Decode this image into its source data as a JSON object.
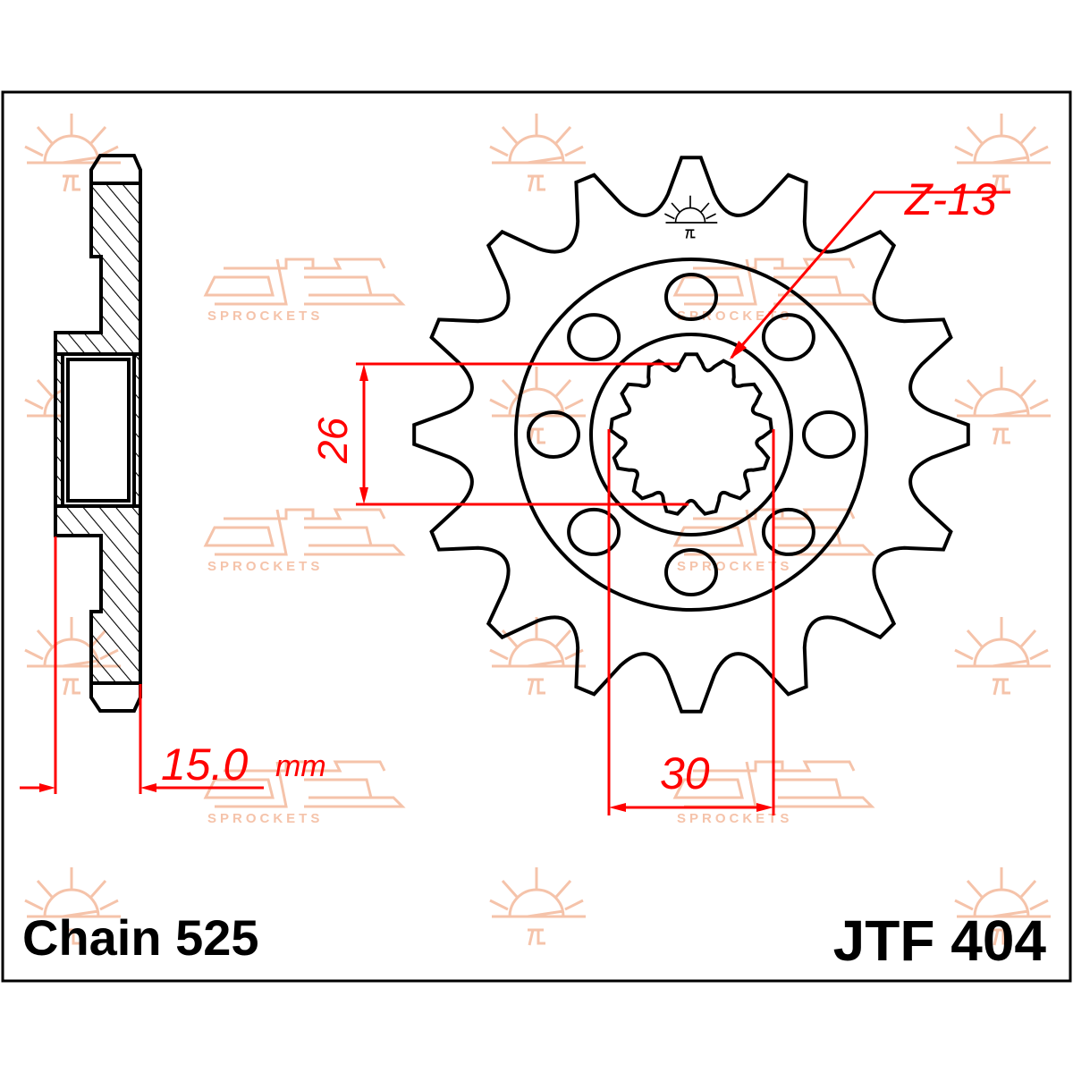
{
  "part_number": "JTF 404",
  "chain": "Chain 525",
  "spline_label": "Z-13",
  "dimensions": {
    "spline_diameter": "26",
    "bolt_offset": "30",
    "thickness_value": "15.0",
    "thickness_unit": "mm"
  },
  "watermark": {
    "brand": "SPROCKETS"
  },
  "colors": {
    "dimension": "#ff0000",
    "outline": "#000000",
    "watermark": "#f5c3aa"
  }
}
